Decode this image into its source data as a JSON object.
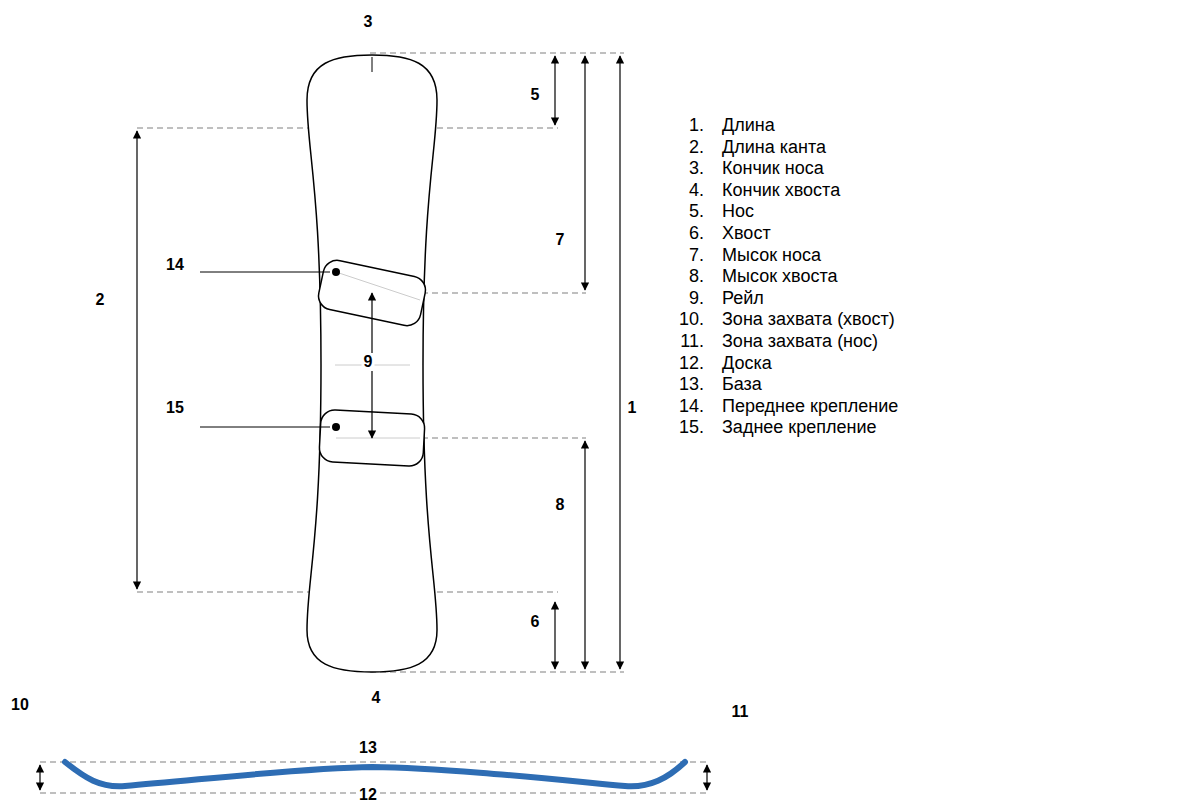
{
  "diagram": {
    "labels": [
      "3",
      "5",
      "14",
      "2",
      "7",
      "9",
      "15",
      "1",
      "8",
      "6",
      "4",
      "10",
      "11",
      "13",
      "12",
      "1.",
      "Длина",
      "2.",
      "Длина канта",
      "3.",
      "Кончик носа",
      "4.",
      "Кончик хвоста",
      "5.",
      "Нос",
      "6.",
      "Хвост",
      "7.",
      "Мысок носа",
      "8.",
      "Мысок хвоста",
      "9.",
      "Рейл",
      "10.",
      "Зона захвата (хвост)",
      "11.",
      "Зона захвата (нос)",
      "12.",
      "Доска",
      "13.",
      "База",
      "14.",
      "Переднее крепление",
      "15.",
      "Заднее крепление"
    ]
  }
}
